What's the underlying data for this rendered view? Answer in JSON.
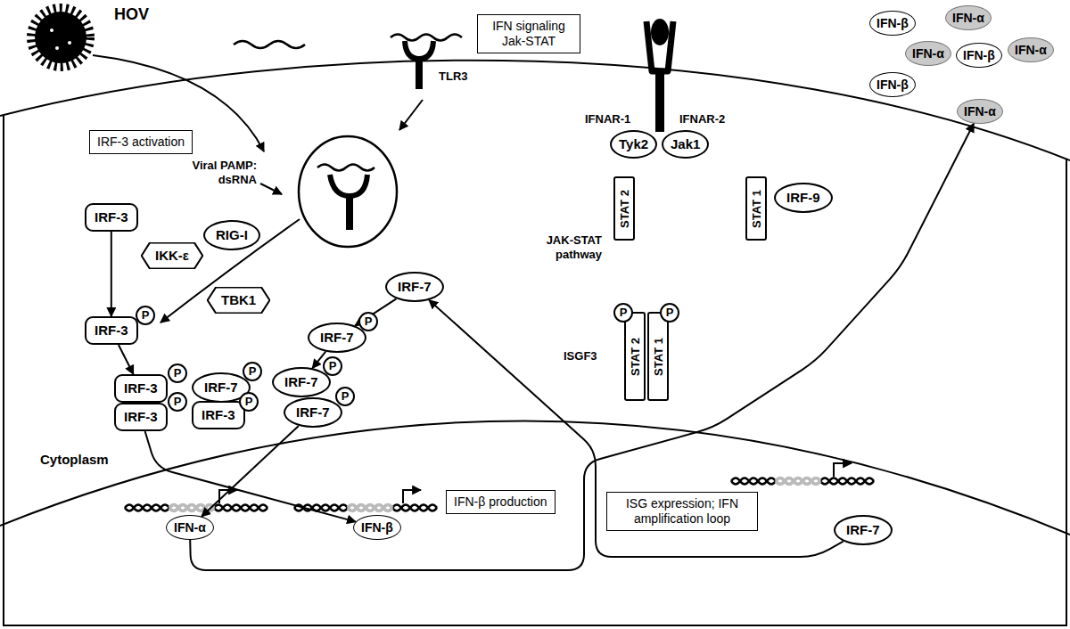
{
  "diagram": {
    "nodes": [
      {
        "text": [
          "IRF-3 activation"
        ]
      },
      {
        "text": [
          "IFN signaling Jak-STAT"
        ]
      },
      {
        "text": [
          "IFN-β"
        ]
      },
      {
        "text": [
          "IFN-α"
        ]
      },
      {
        "text": [
          "IFN-α"
        ]
      },
      {
        "text": [
          "IFN-β"
        ]
      },
      {
        "text": [
          "IFN-α"
        ]
      },
      {
        "text": [
          "IFN-β"
        ]
      },
      {
        "text": [
          "IFN-α"
        ]
      },
      {
        "text": [
          "IRF-3"
        ]
      },
      {
        "text": [
          "RIG-I"
        ]
      },
      {
        "text": [
          "IKK-ε"
        ]
      },
      {
        "text": [
          "TBK1"
        ]
      },
      {
        "text": [
          "IRF-7"
        ]
      },
      {
        "text": [
          "Tyk2"
        ]
      },
      {
        "text": [
          "Jak1"
        ]
      },
      {
        "text": [
          "STAT 2"
        ]
      },
      {
        "text": [
          "STAT 1"
        ]
      },
      {
        "text": [
          "IRF-9"
        ]
      },
      {
        "text": [
          "IRF-3"
        ]
      },
      {
        "text": [
          "P"
        ]
      },
      {
        "text": [
          "IRF-7"
        ]
      },
      {
        "text": [
          "P"
        ]
      },
      {
        "text": [
          "STAT 2"
        ]
      },
      {
        "text": [
          "STAT 1"
        ]
      },
      {
        "text": [
          "P"
        ]
      },
      {
        "text": [
          "P"
        ]
      },
      {
        "text": [
          "IRF-3"
        ]
      },
      {
        "text": [
          "P"
        ]
      },
      {
        "text": [
          "IRF-3"
        ]
      },
      {
        "text": [
          "P"
        ]
      },
      {
        "text": [
          "IRF-7"
        ]
      },
      {
        "text": [
          "P"
        ]
      },
      {
        "text": [
          "IRF-3"
        ]
      },
      {
        "text": [
          "P"
        ]
      },
      {
        "text": [
          "IRF-7"
        ]
      },
      {
        "text": [
          "P"
        ]
      },
      {
        "text": [
          "IRF-7"
        ]
      },
      {
        "text": [
          "P"
        ]
      },
      {
        "text": [
          "IFN-α"
        ]
      },
      {
        "text": [
          "IFN-β"
        ]
      },
      {
        "text": [
          "IFN-β production"
        ]
      },
      {
        "text": [
          "ISG expression; IFN amplification loop"
        ]
      },
      {
        "text": [
          "IRF-7"
        ]
      }
    ],
    "edges": [
      {
        "from": 9,
        "to": 19,
        "arrow": "to"
      },
      {
        "from": 19,
        "to": 27,
        "arrow": "to"
      },
      {
        "from": 13,
        "to": 21,
        "arrow": "to"
      },
      {
        "from": 21,
        "to": 35,
        "arrow": "to"
      },
      {
        "from": 37,
        "to": 39,
        "arrow": "to"
      },
      {
        "from": 29,
        "to": 40,
        "arrow": "to"
      },
      {
        "from": 39,
        "to": 8,
        "arrow": "to"
      },
      {
        "from": 43,
        "to": 13,
        "arrow": "to"
      }
    ],
    "labels": [
      "HOV",
      "Viral PAMP: dsRNA",
      "TLR3",
      "IFNAR-1",
      "IFNAR-2",
      "JAK-STAT pathway",
      "ISGF3",
      "Cytoplasm"
    ]
  }
}
